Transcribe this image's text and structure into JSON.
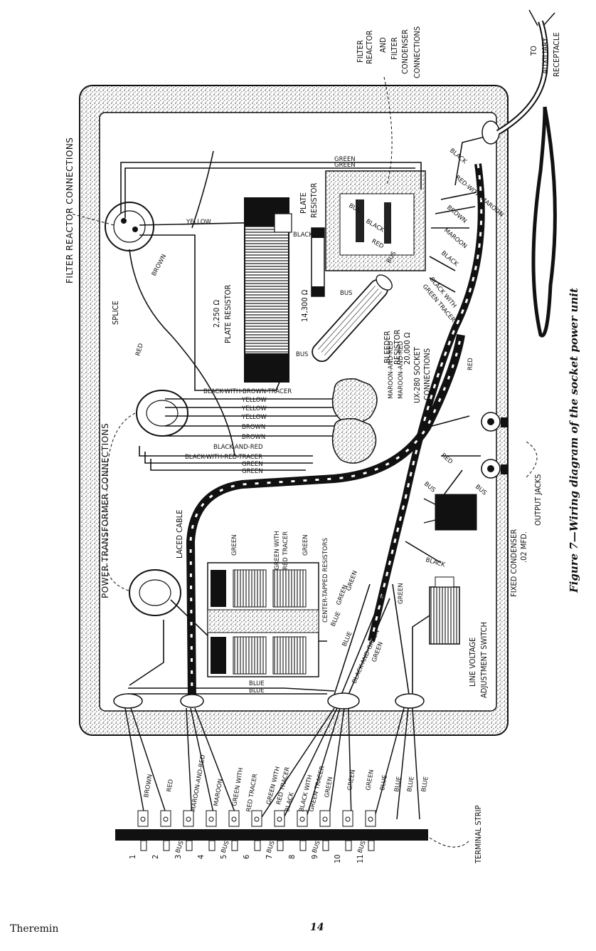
{
  "figure": {
    "caption": "Figure 7—Wiring diagram of the socket power unit"
  },
  "callouts": {
    "filter_reactor_connections": "FILTER REACTOR CONNECTIONS",
    "power_transformer_connections": "POWER TRANSFORMER CONNECTIONS",
    "filter_reactor_and_condenser": [
      "FILTER",
      "REACTOR",
      "AND",
      "FILTER",
      "CONDENSER",
      "CONNECTIONS"
    ],
    "to_auxiliary_receptacle": [
      "TO",
      "AUXILIARY",
      "RECEPTACLE"
    ],
    "splice": "SPLICE",
    "laced_cable": "LACED CABLE",
    "plate_resistor_2250": [
      "2,250 Ω",
      "PLATE RESISTOR"
    ],
    "plate_resistor_14300": "14,300 Ω",
    "plate_resistor_top": [
      "PLATE",
      "RESISTOR"
    ],
    "bleeder_resistor": [
      "BLEEDER",
      "RESISTOR",
      "20,000 Ω"
    ],
    "ux280_socket": [
      "UX-280 SOCKET",
      "CONNECTIONS"
    ],
    "center_tapped_resistors": "CENTER-TAPPED RESISTORS",
    "line_voltage_switch": [
      "LINE VOLTAGE",
      "ADJUSTMENT SWITCH"
    ],
    "fixed_condenser": [
      "FIXED CONDENSER",
      ".02 MFD."
    ],
    "output_jacks": "OUTPUT JACKS",
    "terminal_strip": "TERMINAL STRIP"
  },
  "wire_labels": {
    "yellow": "YELLOW",
    "brown": "BROWN",
    "red": "RED",
    "green": "GREEN",
    "black": "BLACK",
    "blue": "BLUE",
    "maroon": "MAROON",
    "bus": "BUS",
    "black_and_red": "BLACK-AND-RED",
    "black_with_red_tracer": "BLACK-WITH-RED-TRACER",
    "black_with_brown_tracer": "BLACK-WITH-BROWN-TRACER",
    "maroon_and_red": "MAROON-AND-RED",
    "red_with_maroon": "RED-WITH-MAROON",
    "black_with_green_tracer": [
      "BLACK WITH",
      "GREEN TRACER"
    ],
    "green_with_red_tracer": [
      "GREEN WITH",
      "RED TRACER"
    ],
    "black_and_green": "BLACK-AND-GREEN"
  },
  "terminal_strip": {
    "numbers": [
      "1",
      "2",
      "3",
      "4",
      "5",
      "6",
      "7",
      "8",
      "9",
      "10",
      "11"
    ],
    "wires": [
      "BROWN",
      "RED",
      "MAROON-AND-RED",
      "MAROON",
      "GREEN WITH",
      "RED TRACER",
      "GREEN WITH",
      "RED TRACER",
      "BLACK",
      "BLACK WITH",
      "GREEN TRACER",
      "GREEN",
      "GREEN",
      "GREEN",
      "BLUE",
      "BLUE",
      "BLUE",
      "BLUE"
    ]
  },
  "footer": {
    "left": "Theremin",
    "page_number": "14"
  }
}
